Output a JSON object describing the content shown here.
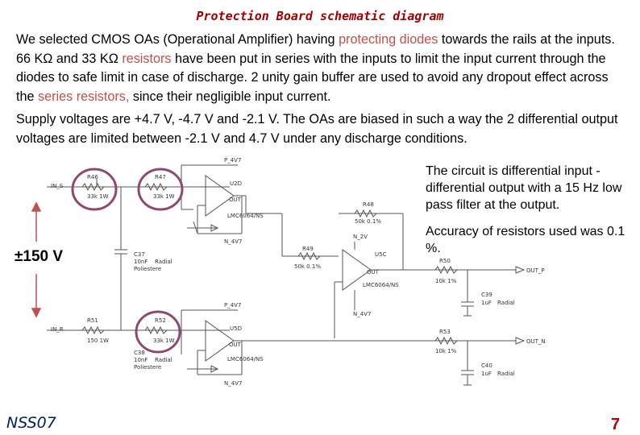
{
  "title": "Protection Board schematic diagram",
  "para1": {
    "s1": "We selected CMOS OAs (Operational Amplifier) having ",
    "s2": "protecting diodes",
    "s3": " towards the rails at the inputs. 66 KΩ and 33 KΩ ",
    "s4": "resistors",
    "s5": " have been put in series with the inputs to limit the input current through the diodes to safe limit in case of discharge. 2 unity gain buffer are used to avoid any dropout effect across the ",
    "s6": "series resistors,",
    "s7": " since their negligible input current."
  },
  "para2": "Supply voltages are +4.7 V, -4.7 V and -2.1 V.  The OAs are biased in such a way the 2 differential output voltages are limited between  -2.1 V and 4.7 V under any discharge conditions.",
  "note1": "The circuit is differential input - differential output with a 15 Hz low pass filter at the output.",
  "note2": "Accuracy of resistors used was 0.1 %.",
  "voltage_label": "±150 V",
  "footer_left": "NSS07",
  "page_number": "7",
  "schematic": {
    "net_in_s": "IN_S",
    "net_in_r": "IN_R",
    "r46": "R46",
    "r46_val": "33k 1W",
    "r47": "R47",
    "r47_val": "33k 1W",
    "r48": "R48",
    "r48_val": "50k 0.1%",
    "r49": "R49",
    "r49_val": "50k 0.1%",
    "r50": "R50",
    "r50_val": "10k 1%",
    "r51": "R51",
    "r51_val": "150 1W",
    "r52": "R52",
    "r52_val": "33k 1W",
    "r53": "R53",
    "r53_val": "10k 1%",
    "u2d": "U2D",
    "u2d_part": "LMC6064/NS",
    "u5c": "U5C",
    "u5c_part": "LMC6064/NS",
    "u5d": "U5D",
    "u5d_part": "LMC6064/NS",
    "c37": "C37",
    "c37_val": "10nF",
    "c37_type": "Radial",
    "c37_dielectric": "Poliestere",
    "c38": "C38",
    "c38_val": "10nF",
    "c38_type": "Radial",
    "c38_dielectric": "Poliestere",
    "c39": "C39",
    "c39_val": "1uF",
    "c39_type": "Radial",
    "c40": "C40",
    "c40_val": "1uF",
    "c40_type": "Radial",
    "out_p": "OUT_P",
    "out_n": "OUT_N",
    "p4v7": "P_4V7",
    "n4v7": "N_4V7",
    "n2v": "N_2V",
    "out": "OUT"
  },
  "colors": {
    "title": "#a00000",
    "highlight": "#c0504d",
    "circle": "#8e4a6e",
    "footer_left": "#002060",
    "page_number": "#c00000"
  }
}
